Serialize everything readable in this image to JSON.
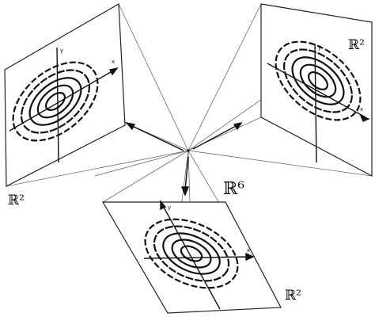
{
  "labels": {
    "space_high": "ℝ⁶",
    "plane_left": "ℝ²",
    "plane_right": "ℝ²",
    "plane_bottom": "ℝ²"
  },
  "axes": {
    "x": "x",
    "y": "y"
  },
  "colors": {
    "ink": "#111111",
    "thin": "#555555",
    "background": "#ffffff"
  }
}
